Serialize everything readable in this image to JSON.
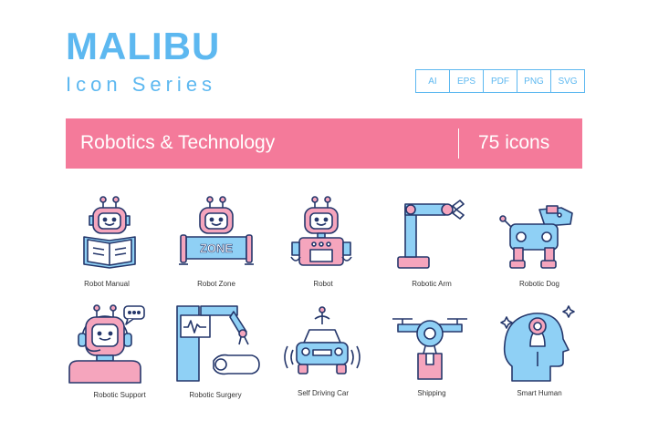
{
  "header": {
    "brand": "MALIBU",
    "series": "Icon Series"
  },
  "formats": [
    "AI",
    "EPS",
    "PDF",
    "PNG",
    "SVG"
  ],
  "banner": {
    "title": "Robotics & Technology",
    "count": "75 icons"
  },
  "icons": [
    {
      "icon": "robot-manual-icon",
      "label": "Robot Manual"
    },
    {
      "icon": "robot-zone-icon",
      "label": "Robot Zone",
      "sign": "ZONE"
    },
    {
      "icon": "robot-icon",
      "label": "Robot"
    },
    {
      "icon": "robotic-arm-icon",
      "label": "Robotic Arm"
    },
    {
      "icon": "robotic-dog-icon",
      "label": "Robotic Dog"
    },
    {
      "icon": "robotic-support-icon",
      "label": "Robotic Support"
    },
    {
      "icon": "robotic-surgery-icon",
      "label": "Robotic Surgery"
    },
    {
      "icon": "self-driving-car-icon",
      "label": "Self Driving Car"
    },
    {
      "icon": "shipping-icon",
      "label": "Shipping"
    },
    {
      "icon": "smart-human-icon",
      "label": "Smart Human"
    }
  ],
  "colors": {
    "accent_blue": "#5db8f0",
    "banner_pink": "#f47a9a",
    "icon_pink": "#f5a5bd",
    "icon_blue": "#8fd0f5",
    "outline": "#25376b"
  }
}
